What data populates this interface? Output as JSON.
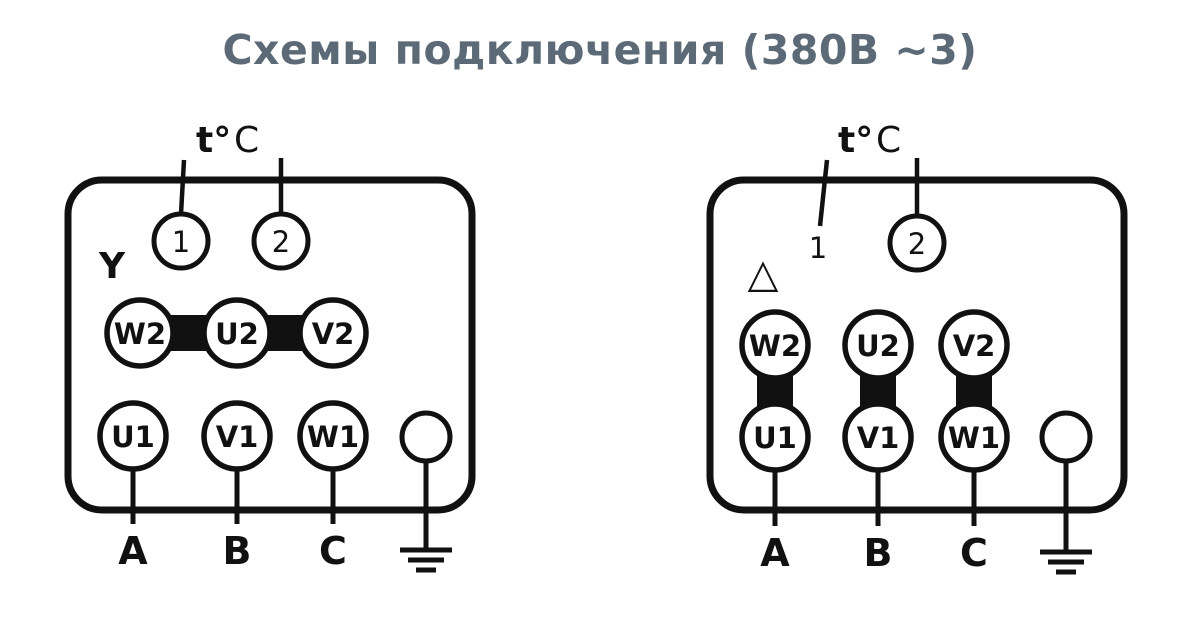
{
  "title": "Схемы подключения (380В ~3)",
  "sensor_label": {
    "bold": "t°",
    "regular": "C"
  },
  "colors": {
    "title": "#5b6a76",
    "stroke": "#111111",
    "background": "#ffffff"
  },
  "diagrams": [
    {
      "id": "star",
      "connection_symbol": "Y",
      "sensor_terminals": [
        "1",
        "2"
      ],
      "top_row": [
        "W2",
        "U2",
        "V2"
      ],
      "bottom_row": [
        "U1",
        "V1",
        "W1"
      ],
      "phases": [
        "A",
        "B",
        "C"
      ],
      "links": "horizontal-bridge-between-W2-U2-V2",
      "ground": "ground-terminal-with-earth-symbol"
    },
    {
      "id": "delta",
      "connection_symbol": "△",
      "sensor_terminals": [
        "1",
        "2"
      ],
      "top_row": [
        "W2",
        "U2",
        "V2"
      ],
      "bottom_row": [
        "U1",
        "V1",
        "W1"
      ],
      "phases": [
        "A",
        "B",
        "C"
      ],
      "links": "vertical-bridges-W2-U1_U2-V1_V2-W1",
      "ground": "ground-terminal-with-earth-symbol"
    }
  ]
}
